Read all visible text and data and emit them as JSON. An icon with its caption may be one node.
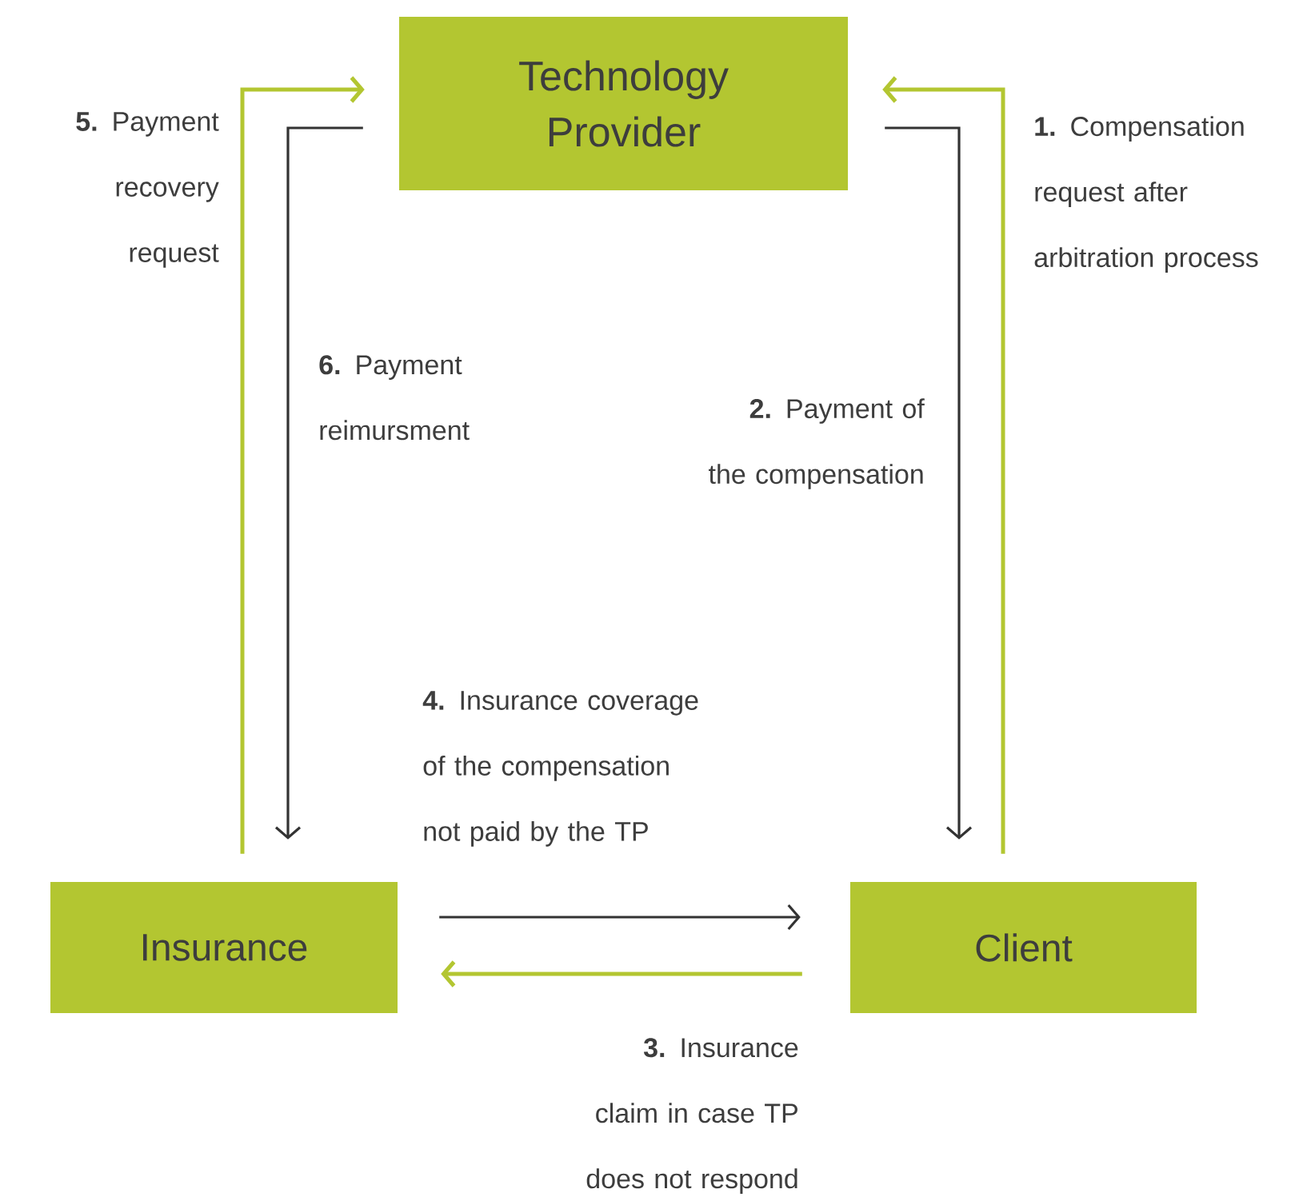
{
  "diagram": {
    "nodes": [
      {
        "text": [
          "Technology Provider"
        ]
      },
      {
        "text": [
          "Insurance"
        ]
      },
      {
        "text": [
          "Client"
        ]
      }
    ],
    "edges": [
      {
        "from": 2,
        "to": 0,
        "arrow": "to",
        "label": "**1.** Compensation request after arbitration process",
        "color": "#b3c631"
      },
      {
        "from": 0,
        "to": 2,
        "arrow": "to",
        "label": "**2.** Payment of the compensation",
        "color": "#333333"
      },
      {
        "from": 2,
        "to": 1,
        "arrow": "to",
        "label": "**3.** Insurance claim in case TP does not respond",
        "color": "#b3c631"
      },
      {
        "from": 1,
        "to": 2,
        "arrow": "to",
        "label": "**4.** Insurance coverage of the compensation not paid by the TP",
        "color": "#333333"
      },
      {
        "from": 1,
        "to": 0,
        "arrow": "to",
        "label": "**5.** Payment recovery request",
        "color": "#b3c631"
      },
      {
        "from": 0,
        "to": 1,
        "arrow": "to",
        "label": "**6.** Payment reimursment",
        "color": "#333333"
      }
    ]
  }
}
